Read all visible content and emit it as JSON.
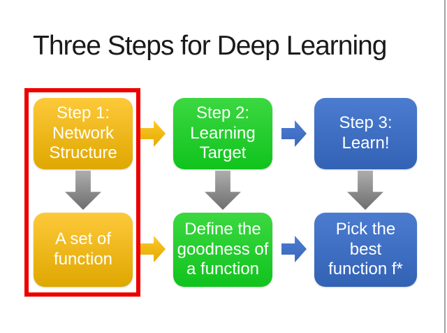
{
  "slide": {
    "title": "Three Steps for Deep Learning"
  },
  "steps": [
    {
      "top": "Step 1:\nNetwork\nStructure",
      "bottom": "A set of\nfunction"
    },
    {
      "top": "Step 2:\nLearning\nTarget",
      "bottom": "Define the\ngoodness of\na function"
    },
    {
      "top": "Step 3:\nLearn!",
      "bottom": "Pick the\nbest\nfunction f*"
    }
  ],
  "icons": {
    "down_arrow": "down-arrow",
    "right_arrow": "right-arrow"
  },
  "colors": {
    "title_color": "#1a1a1a",
    "highlight_red": "#ec0000",
    "yellow_top": "#fdc93a",
    "yellow_bottom": "#dfa700",
    "green_top": "#3cd841",
    "green_bottom": "#10c31d",
    "blue_top": "#4b7ccf",
    "blue_bottom": "#3362b5",
    "arrow_yellow_top": "#ffc82a",
    "arrow_yellow_bottom": "#e2a900",
    "arrow_blue_top": "#4b7cd2",
    "arrow_blue_bottom": "#3a67ba",
    "arrow_gray_top": "#adadad",
    "arrow_gray_bottom": "#6e6e6e"
  }
}
